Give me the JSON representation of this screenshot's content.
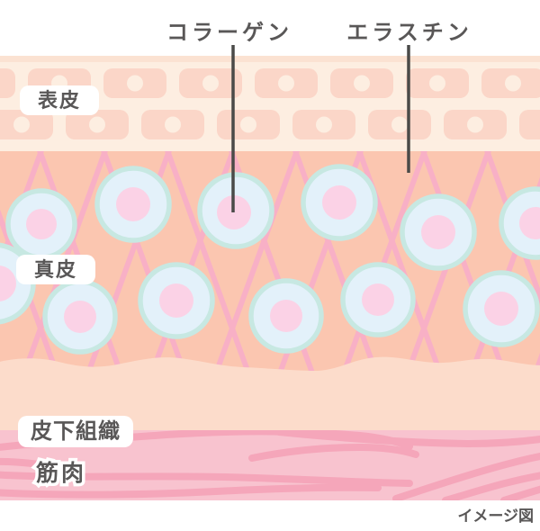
{
  "diagram": {
    "type": "skin-cross-section-illustration",
    "annotations": {
      "collagen": "コラーゲン",
      "elastin": "エラスチン"
    },
    "layers": {
      "epidermis": "表皮",
      "dermis": "真皮",
      "subcutaneous": "皮下組織",
      "muscle": "筋肉"
    },
    "footnote": "イメージ図",
    "colors": {
      "epidermis_bg": "#fdeee1",
      "epidermis_top_strip": "#fbe2d2",
      "epidermis_cell": "#fbd6c8",
      "dermis_bg": "#fbc6b0",
      "elastin_fiber": "#f8b0c6",
      "cell_ring": "#c7e8e2",
      "cell_body": "#e3f1fa",
      "cell_nucleus": "#fbd2e6",
      "subcutaneous_bg": "#fcdccb",
      "muscle_bg": "#f8c3cf",
      "muscle_fiber": "#f5a6ba",
      "label_text": "#595757",
      "pointer_line": "#4a4a48"
    }
  }
}
